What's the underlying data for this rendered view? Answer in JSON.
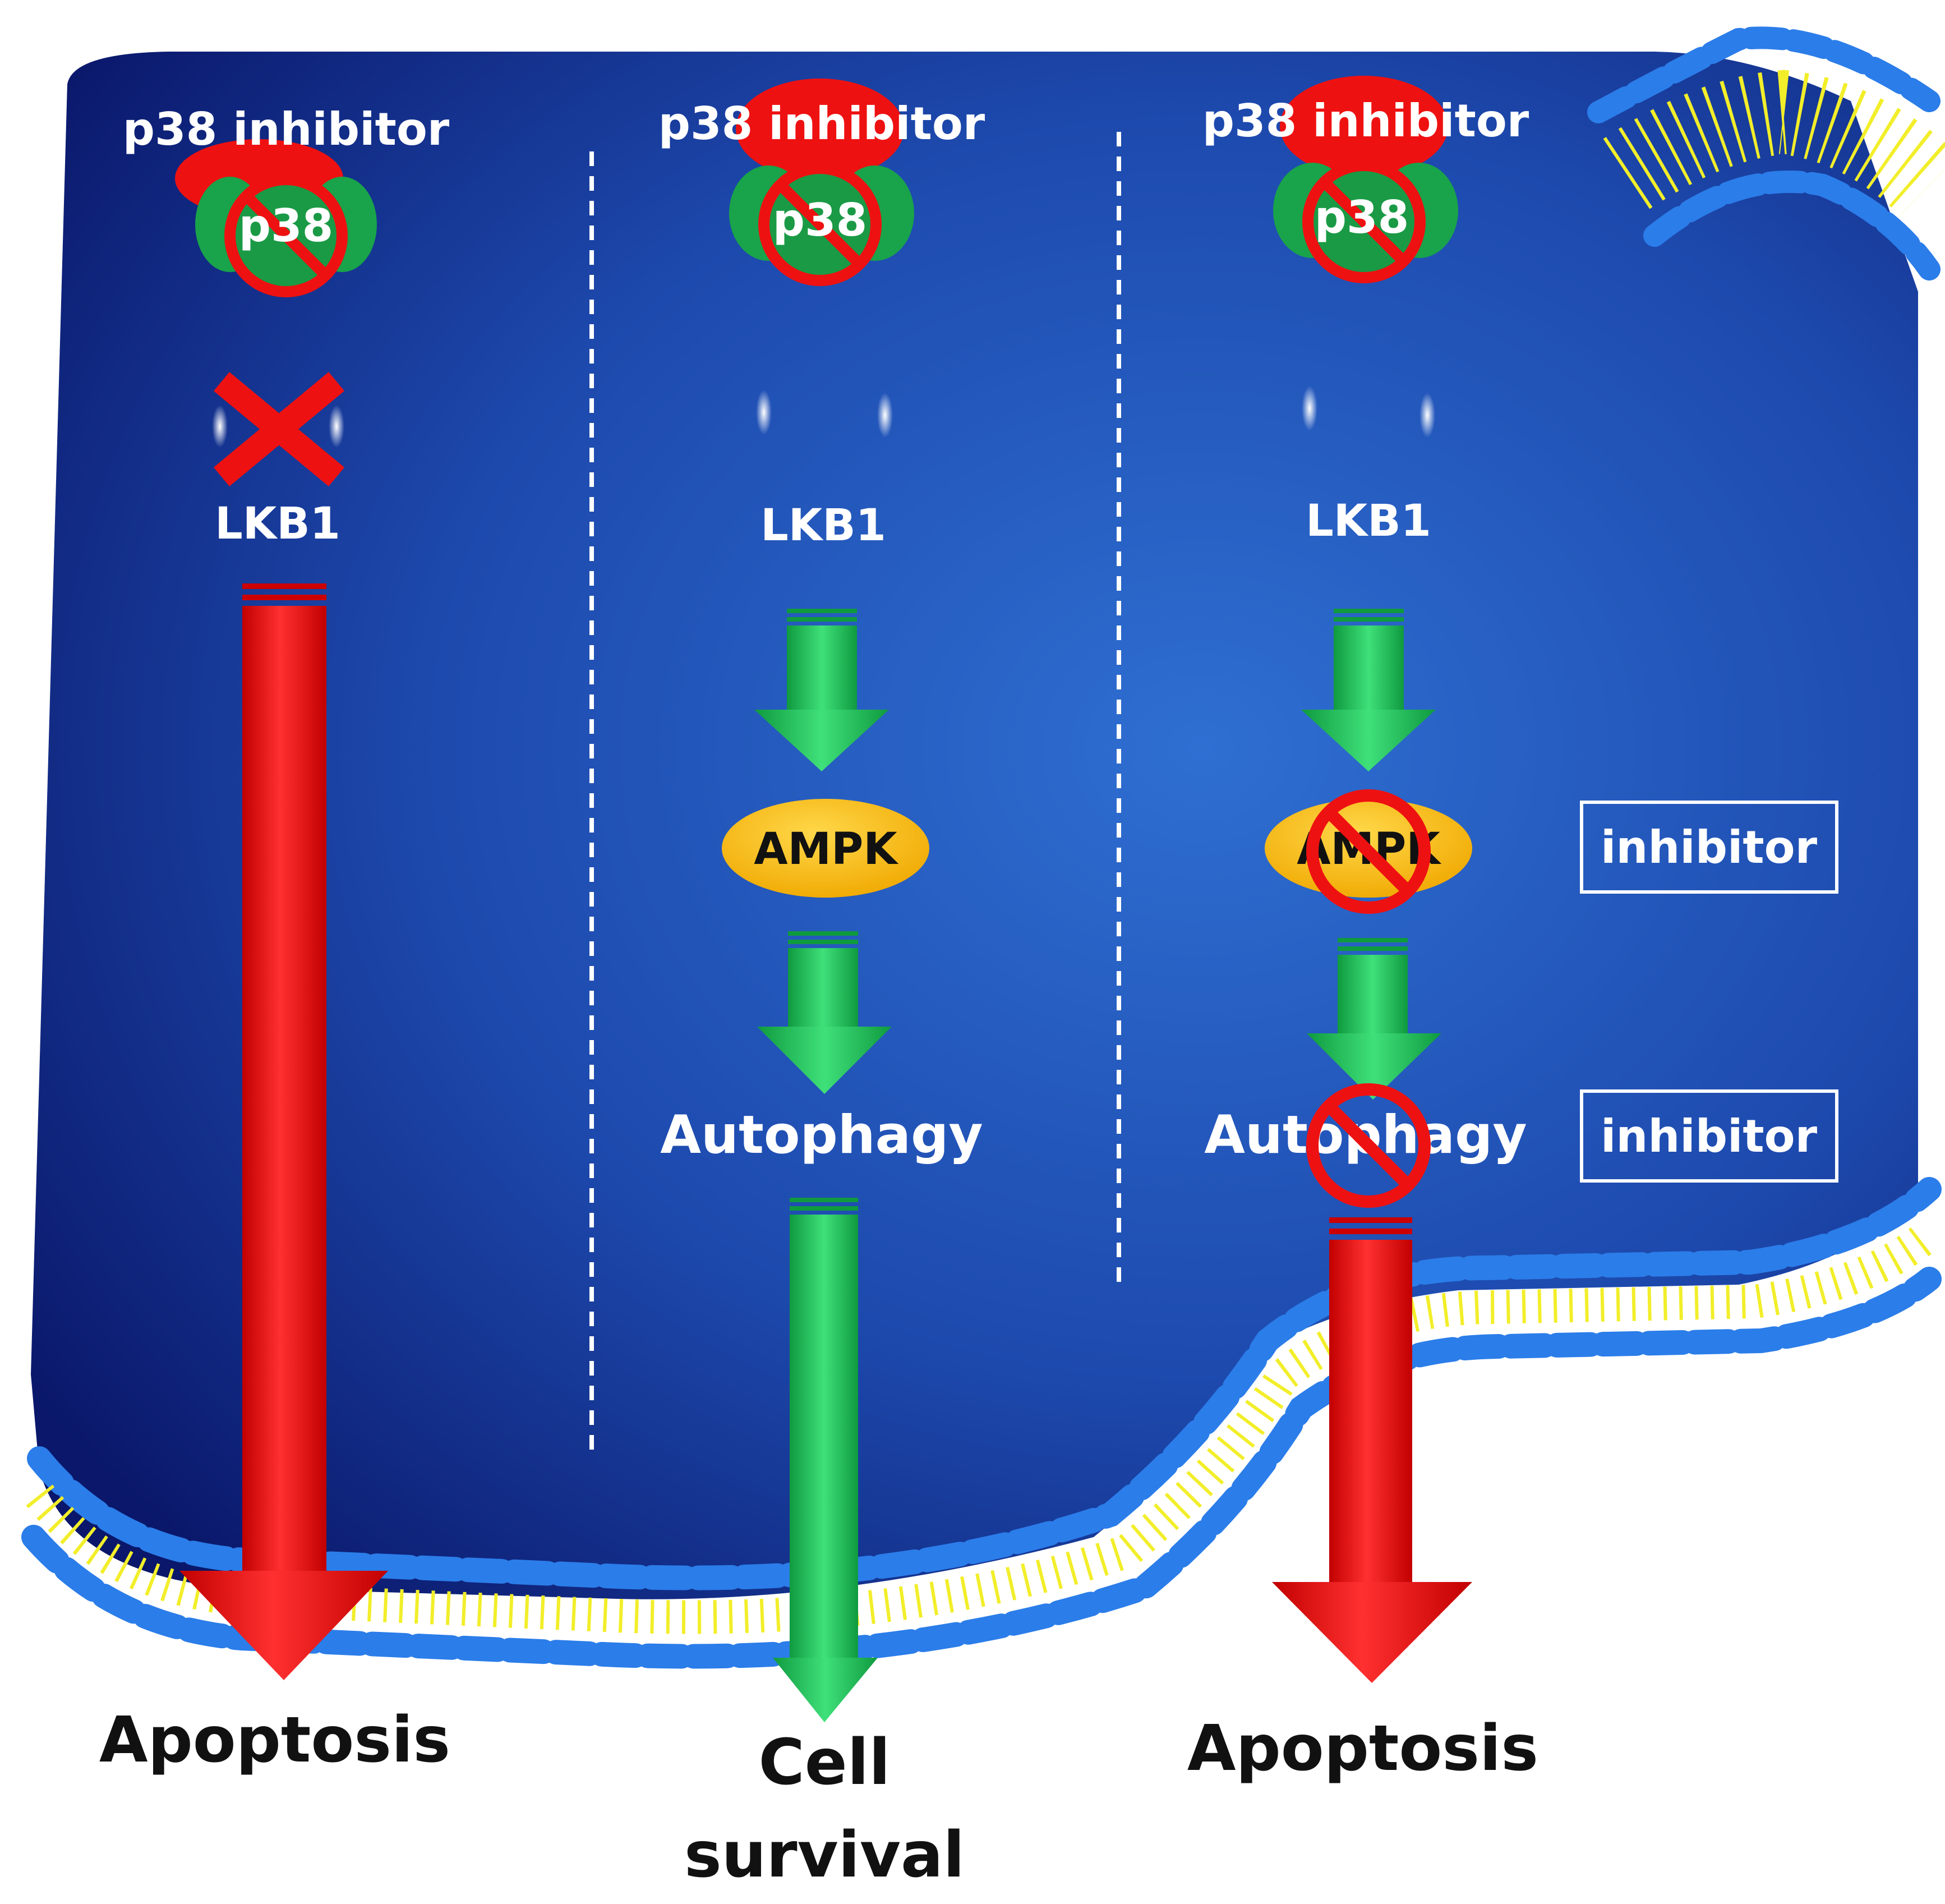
{
  "columns": [
    {
      "inhibitor_label": "p38 inhibitor",
      "kinase_label": "p38",
      "lkb1_label": "LKB1",
      "outcome_label": "Apoptosis"
    },
    {
      "inhibitor_label": "p38 inhibitor",
      "kinase_label": "p38",
      "lkb1_label": "LKB1",
      "ampk_label": "AMPK",
      "autophagy_label": "Autophagy",
      "outcome_line1": "Cell",
      "outcome_line2": "survival"
    },
    {
      "inhibitor_label": "p38 inhibitor",
      "kinase_label": "p38",
      "lkb1_label": "LKB1",
      "ampk_label": "AMPK",
      "autophagy_label": "Autophagy",
      "outcome_label": "Apoptosis"
    }
  ],
  "side_boxes": [
    {
      "label": "inhibitor"
    },
    {
      "label": "inhibitor"
    }
  ],
  "colors": {
    "cell_dark": "#0b1a6e",
    "cell_light": "#2c68c9",
    "inhibitor_red": "#ee1111",
    "kinase_green": "#19a34a",
    "ampk_gold": "#f7b500",
    "arrow_green": "#1fc25a",
    "arrow_red": "#ee1111",
    "membrane_head": "#2b7de9",
    "membrane_tail": "#f2ee2a"
  }
}
